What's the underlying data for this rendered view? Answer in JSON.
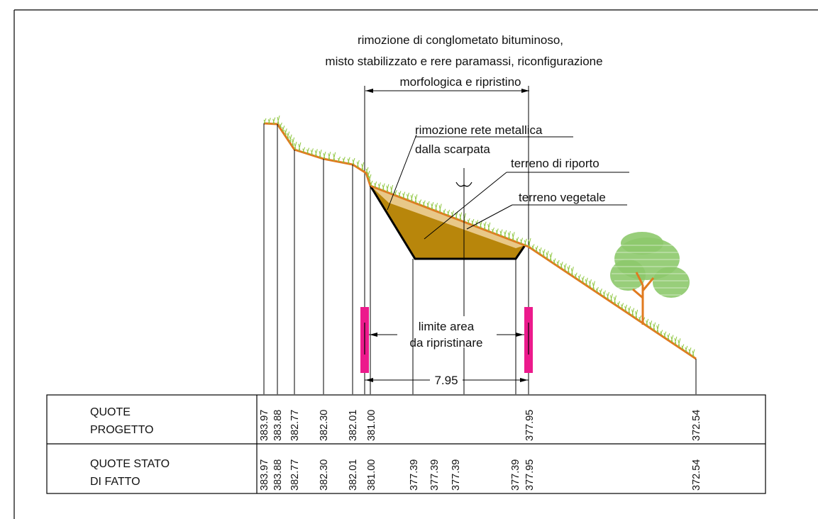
{
  "annotations": {
    "title_line1": "rimozione  di conglometato bituminoso,",
    "title_line2": "misto  stabilizzato e rere paramassi, riconfigurazione",
    "title_line3": "morfologica e ripristino",
    "rete_line1": "rimozione rete metallica",
    "rete_line2": "dalla scarpata",
    "riporto": "terreno di riporto",
    "vegetale": "terreno vegetale",
    "limite_line1": "limite area",
    "limite_line2": "da ripristinare",
    "dimension": "7.95"
  },
  "table": {
    "row1_label_line1": "QUOTE",
    "row1_label_line2": "PROGETTO",
    "row2_label_line1": "QUOTE STATO",
    "row2_label_line2": "DI FATTO",
    "progetto": [
      "383.97",
      "383.88",
      "382.77",
      "382.30",
      "382.01",
      "381.00",
      "377.95",
      "372.54"
    ],
    "stato_di_fatto": [
      "383.97",
      "383.88",
      "382.77",
      "382.30",
      "382.01",
      "381.00",
      "377.39",
      "377.39",
      "377.39",
      "377.39",
      "377.95",
      "372.54"
    ]
  },
  "colors": {
    "ground_line": "#e07a1f",
    "fill_riporto": "#b8860b",
    "fill_vegetale": "#e8c888",
    "grass": "#8ec63f",
    "tree_foliage": "#8dc96b",
    "tree_trunk": "#e07a1f",
    "limit_marker": "#ec1a8c"
  }
}
